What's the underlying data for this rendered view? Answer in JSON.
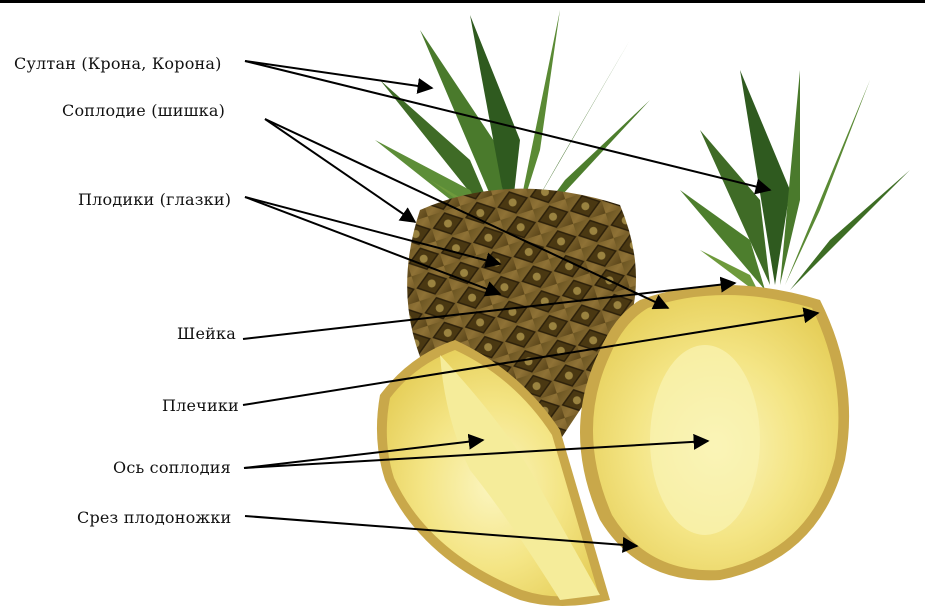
{
  "labels": {
    "crown": "Султан (Крона, Корона)",
    "infructescence": "Соплодие (шишка)",
    "fruitlets": "Плодики (глазки)",
    "neck": "Шейка",
    "shoulders": "Плечики",
    "axis": "Ось соплодия",
    "stalk_cut": "Срез плодоножки"
  },
  "colors": {
    "leaf_dark": "#2f5a1f",
    "leaf_light": "#6e9a3c",
    "flesh": "#f3e27a",
    "core": "#faf3b4",
    "skin": "#8a6a2e",
    "arrow": "#000000"
  }
}
